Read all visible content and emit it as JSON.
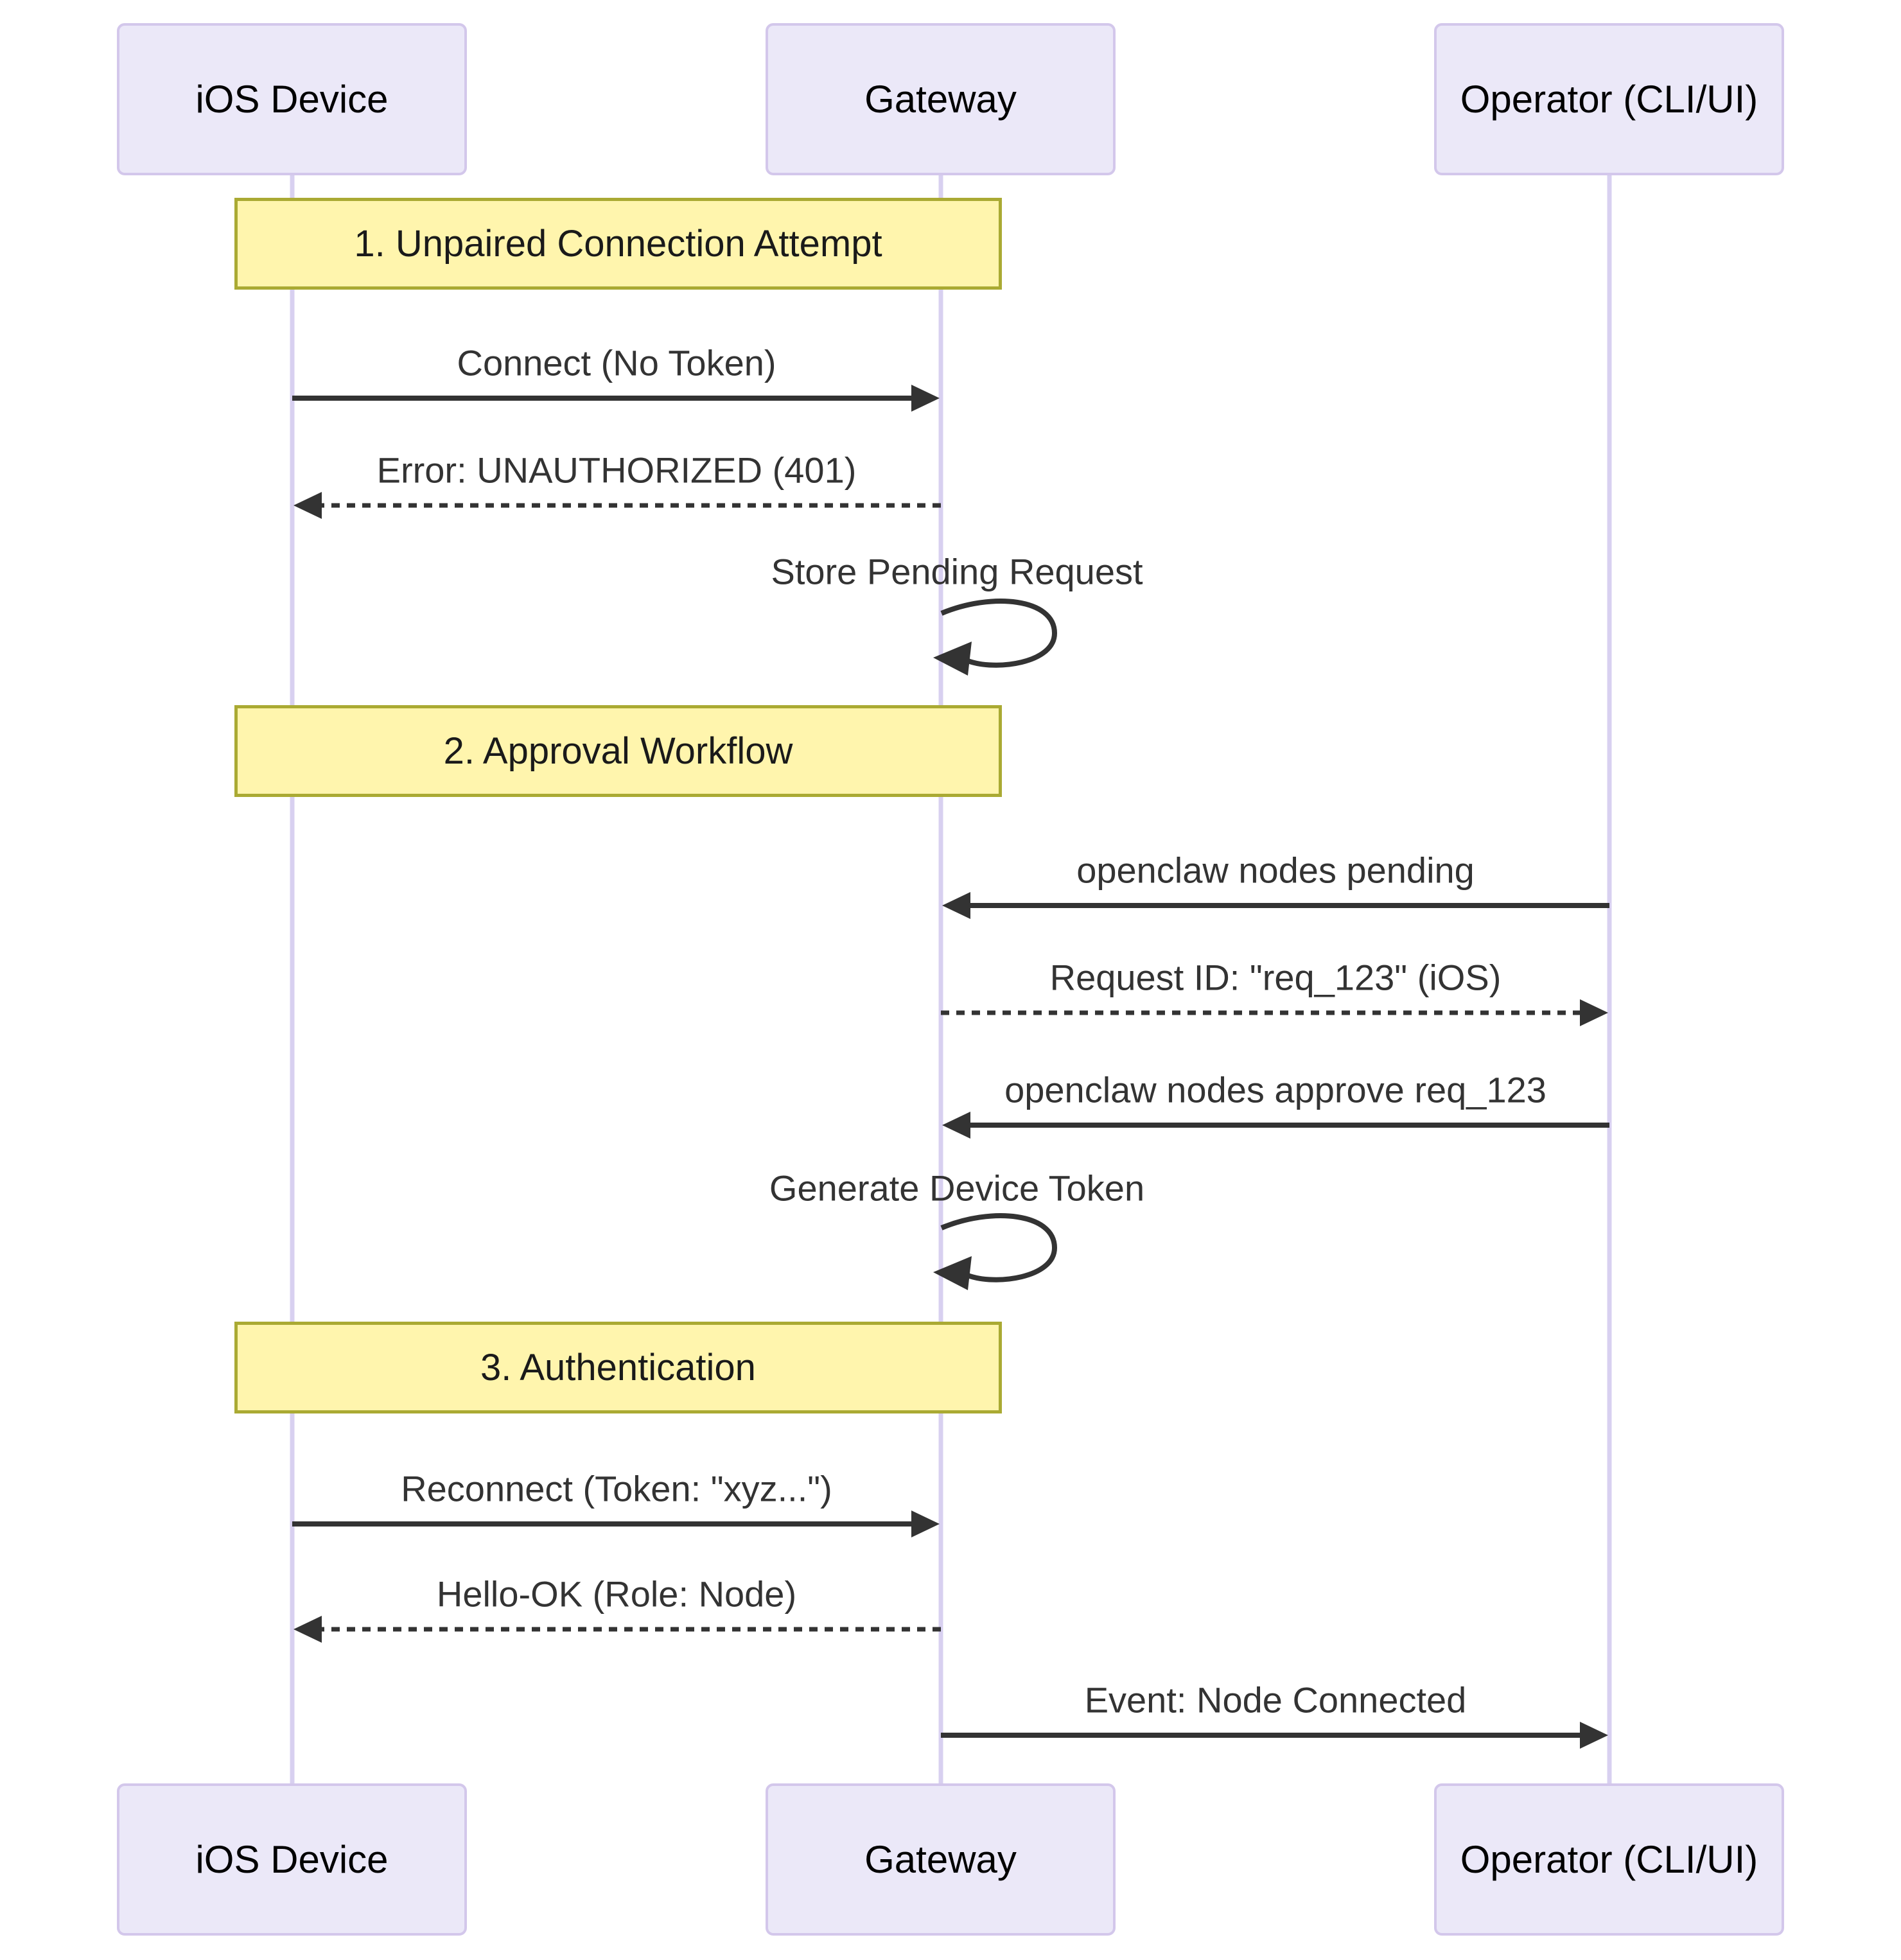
{
  "diagram_type": "sequence",
  "actors": [
    {
      "label": "iOS Device"
    },
    {
      "label": "Gateway"
    },
    {
      "label": "Operator (CLI/UI)"
    }
  ],
  "notes": [
    {
      "label": "1. Unpaired Connection Attempt",
      "over": [
        "iOS Device",
        "Gateway"
      ]
    },
    {
      "label": "2. Approval Workflow",
      "over": [
        "iOS Device",
        "Gateway"
      ]
    },
    {
      "label": "3. Authentication",
      "over": [
        "iOS Device",
        "Gateway"
      ]
    }
  ],
  "messages": [
    {
      "from": "iOS Device",
      "to": "Gateway",
      "label": "Connect (No Token)",
      "style": "solid"
    },
    {
      "from": "Gateway",
      "to": "iOS Device",
      "label": "Error: UNAUTHORIZED (401)",
      "style": "dashed"
    },
    {
      "from": "Gateway",
      "to": "Gateway",
      "label": "Store Pending Request",
      "style": "self"
    },
    {
      "from": "Operator (CLI/UI)",
      "to": "Gateway",
      "label": "openclaw nodes pending",
      "style": "solid"
    },
    {
      "from": "Gateway",
      "to": "Operator (CLI/UI)",
      "label": "Request ID: \"req_123\" (iOS)",
      "style": "dashed"
    },
    {
      "from": "Operator (CLI/UI)",
      "to": "Gateway",
      "label": "openclaw nodes approve req_123",
      "style": "solid"
    },
    {
      "from": "Gateway",
      "to": "Gateway",
      "label": "Generate Device Token",
      "style": "self"
    },
    {
      "from": "iOS Device",
      "to": "Gateway",
      "label": "Reconnect (Token: \"xyz...\")",
      "style": "solid"
    },
    {
      "from": "Gateway",
      "to": "iOS Device",
      "label": "Hello-OK (Role: Node)",
      "style": "dashed"
    },
    {
      "from": "Gateway",
      "to": "Operator (CLI/UI)",
      "label": "Event: Node Connected",
      "style": "solid"
    }
  ],
  "colors": {
    "actor_fill": "#EBE8F8",
    "actor_border": "#D3C7EB",
    "lifeline": "#D8D0F0",
    "note_fill": "#FFF5AD",
    "note_border": "#AAAA33",
    "arrow": "#333333",
    "message_text": "#333333",
    "actor_text": "#000000",
    "background": "#FFFFFF"
  }
}
